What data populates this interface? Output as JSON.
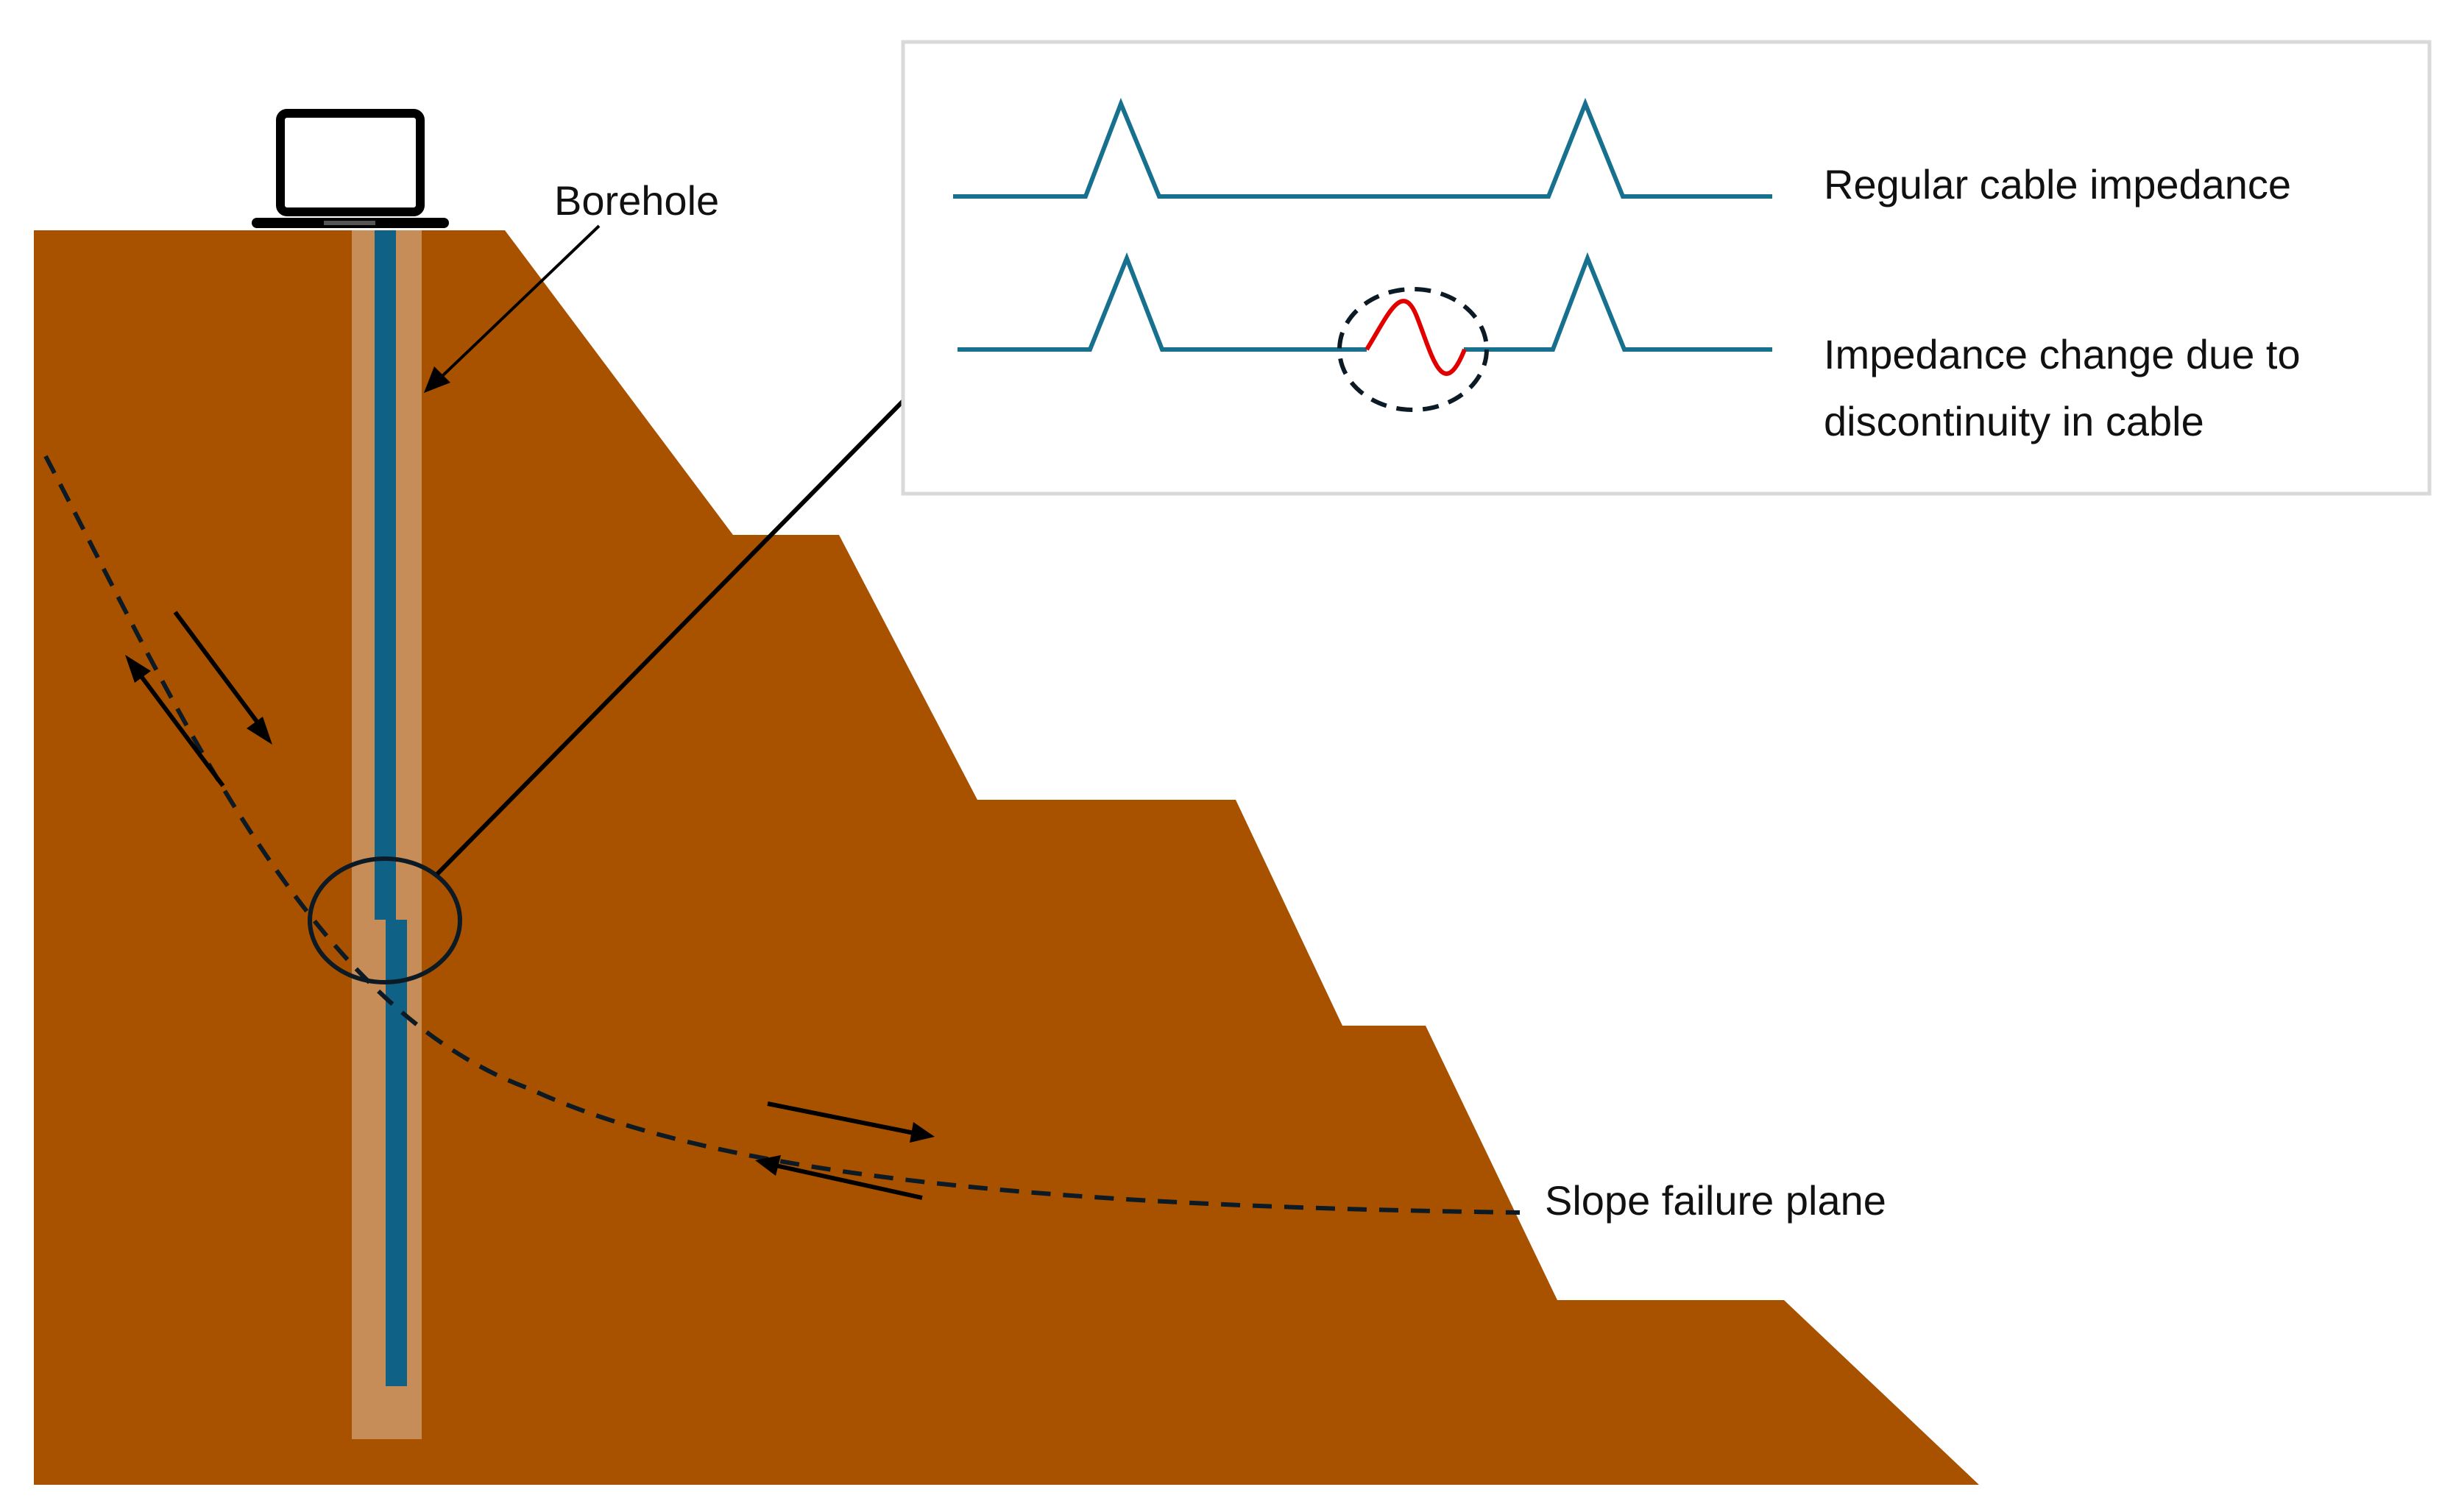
{
  "labels": {
    "borehole": "Borehole",
    "slope_failure_plane": "Slope failure plane",
    "regular_impedance": "Regular cable impedance",
    "impedance_change_line1": "Impedance change due to",
    "impedance_change_line2": "discontinuity in cable"
  },
  "icons": {
    "laptop": "laptop-icon"
  },
  "colors": {
    "soil": "#a85200",
    "borehole_fill": "#c68d58",
    "cable": "#0f6185",
    "signal_line": "#17718e",
    "discontinuity_signal": "#e00000",
    "annotation": "#0c1a26",
    "inset_border": "#d9d9d9"
  }
}
